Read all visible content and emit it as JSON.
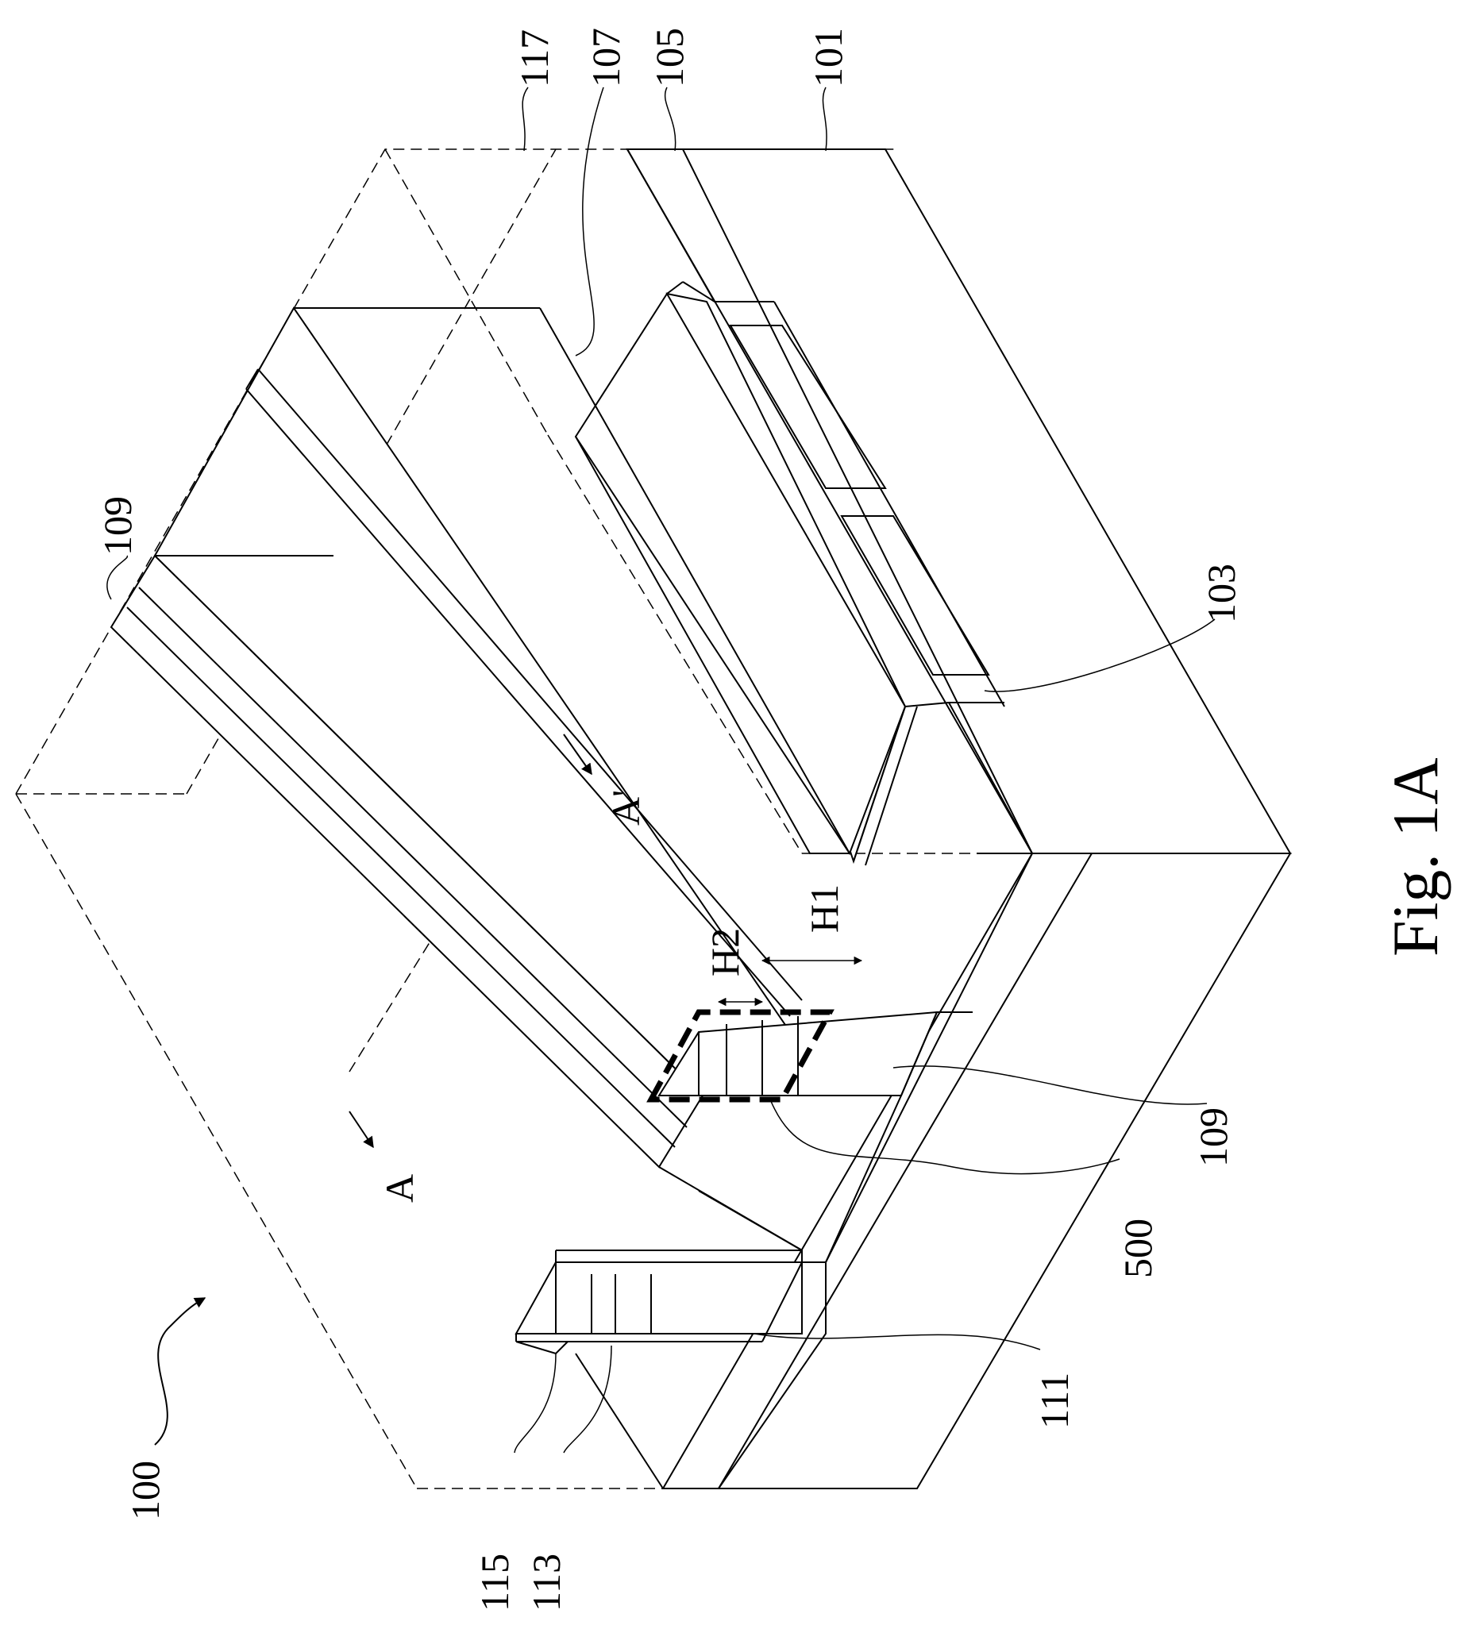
{
  "figure": {
    "caption": "Fig. 1A"
  },
  "labels": {
    "l100": "100",
    "l101": "101",
    "l103": "103",
    "l105": "105",
    "l107": "107",
    "l109_top": "109",
    "l109_bottom": "109",
    "l111": "111",
    "l113": "113",
    "l115": "115",
    "l117": "117",
    "l500": "500",
    "section_a": "A",
    "section_a_prime": "A'",
    "h1": "H1",
    "h2": "H2"
  }
}
